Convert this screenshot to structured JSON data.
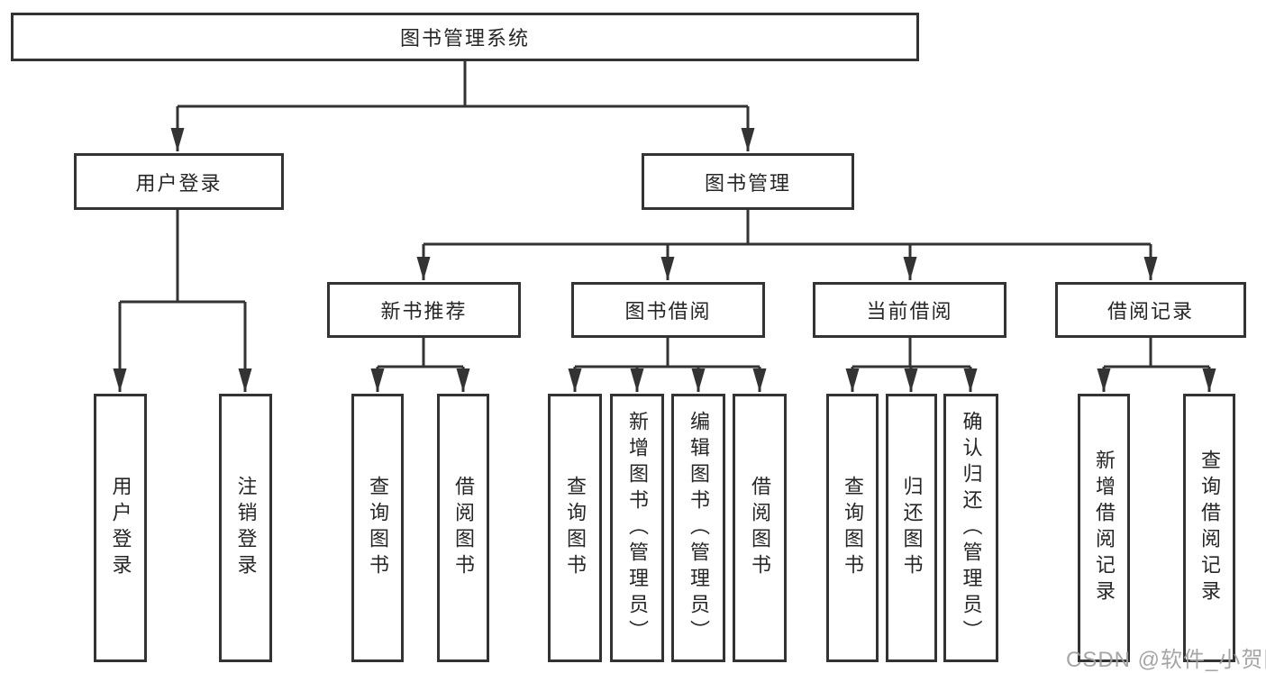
{
  "tree": {
    "label": "图书管理系统",
    "children": [
      {
        "label": "用户登录",
        "children": [
          {
            "label": "用户登录"
          },
          {
            "label": "注销登录"
          }
        ]
      },
      {
        "label": "图书管理",
        "children": [
          {
            "label": "新书推荐",
            "children": [
              {
                "label": "查询图书"
              },
              {
                "label": "借阅图书"
              }
            ]
          },
          {
            "label": "图书借阅",
            "children": [
              {
                "label": "查询图书"
              },
              {
                "label": "新增图书（管理员）"
              },
              {
                "label": "编辑图书（管理员）"
              },
              {
                "label": "借阅图书"
              }
            ]
          },
          {
            "label": "当前借阅",
            "children": [
              {
                "label": "查询图书"
              },
              {
                "label": "归还图书"
              },
              {
                "label": "确认归还（管理员）"
              }
            ]
          },
          {
            "label": "借阅记录",
            "children": [
              {
                "label": "新增借阅记录"
              },
              {
                "label": "查询借阅记录"
              }
            ]
          }
        ]
      }
    ]
  },
  "watermark": {
    "text": "CSDN @软件_小贺同学"
  },
  "colors": {
    "line": "#333333",
    "text": "#262626",
    "background": "#ffffff",
    "watermark": "#9e9e9e"
  }
}
